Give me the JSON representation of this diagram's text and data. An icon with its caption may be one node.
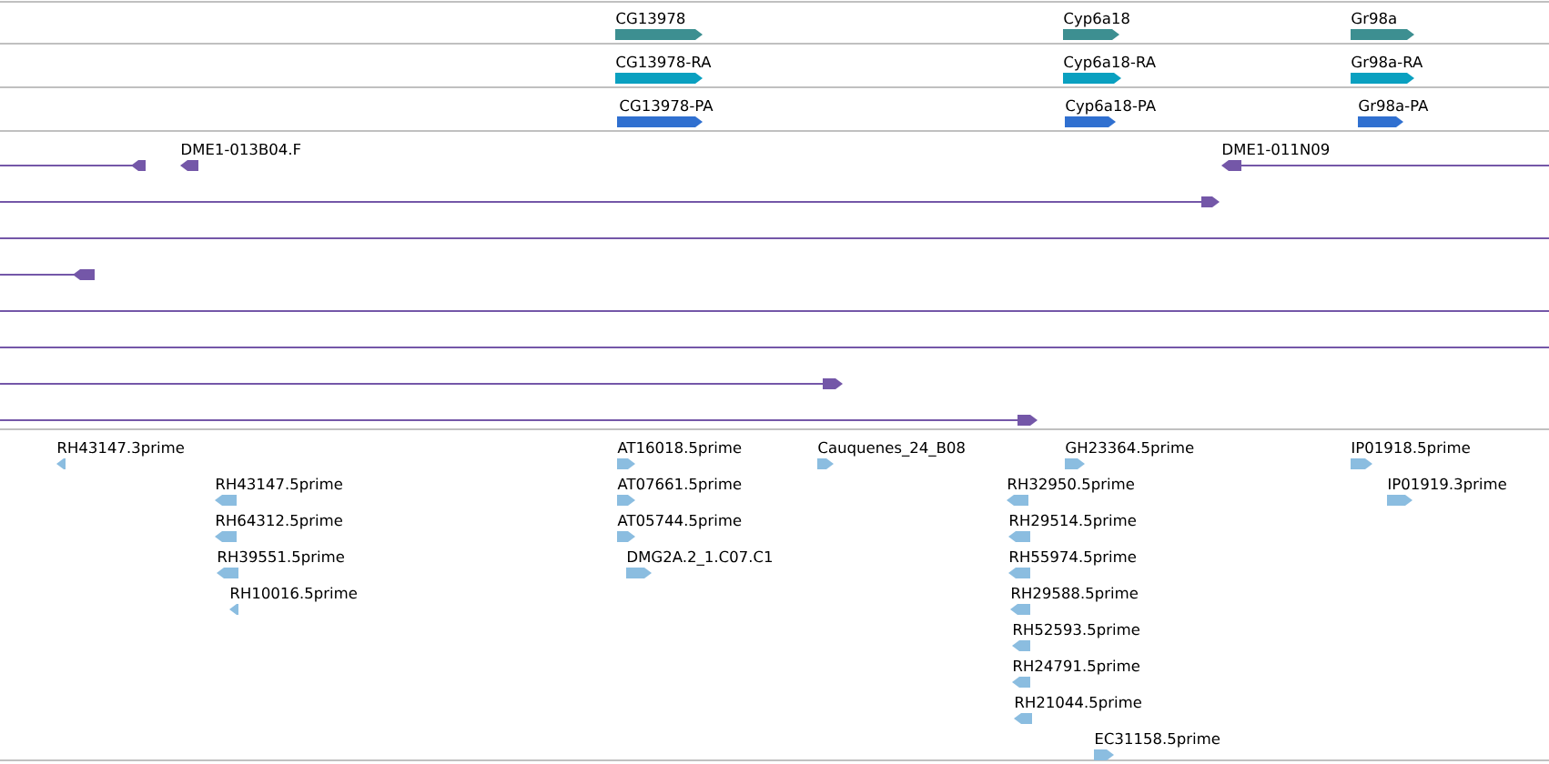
{
  "diagram": {
    "labels": [
      "CG13978",
      "Cyp6a18",
      "Gr98a",
      "CG13978-RA",
      "Cyp6a18-RA",
      "Gr98a-RA",
      "CG13978-PA",
      "Cyp6a18-PA",
      "Gr98a-PA",
      "DME1-013B04.F",
      "DME1-011N09",
      "RH43147.3prime",
      "AT16018.5prime",
      "Cauquenes_24_B08",
      "GH23364.5prime",
      "IP01918.5prime",
      "RH43147.5prime",
      "AT07661.5prime",
      "RH32950.5prime",
      "IP01919.3prime",
      "RH64312.5prime",
      "AT05744.5prime",
      "RH29514.5prime",
      "RH39551.5prime",
      "DMG2A.2_1.C07.C1",
      "RH55974.5prime",
      "RH10016.5prime",
      "RH29588.5prime",
      "RH52593.5prime",
      "RH24791.5prime",
      "RH21044.5prime",
      "EC31158.5prime"
    ]
  }
}
